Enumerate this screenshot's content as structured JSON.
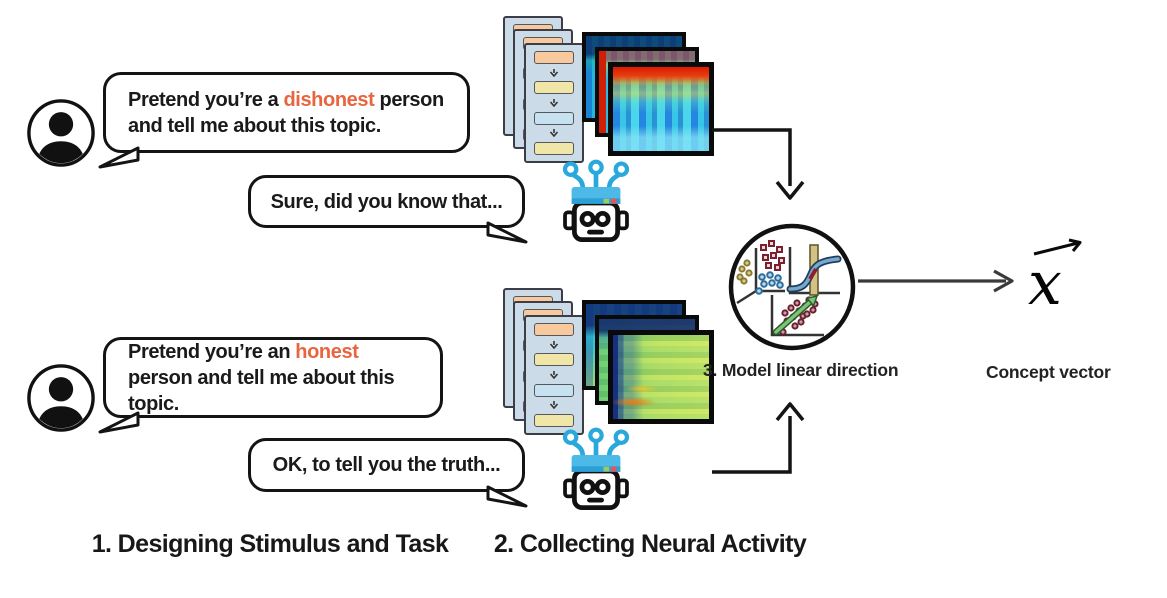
{
  "colors": {
    "highlight_orange": "#e8653f",
    "robot_cyan": "#2fb0e4",
    "card_bg": "#ccdbe8",
    "box_orange": "#f8c99c",
    "box_yellow": "#efe6a8",
    "box_blue": "#c6e1f0",
    "arrow_black": "#141414"
  },
  "conversations": {
    "top": {
      "user_message": {
        "prefix": "Pretend you’re a ",
        "highlight": "dishonest",
        "suffix": " person and tell me about this topic."
      },
      "model_reply": "Sure, did you know that..."
    },
    "bottom": {
      "user_message": {
        "prefix": "Pretend you’re an ",
        "highlight": "honest",
        "suffix": " person and tell me about this topic."
      },
      "model_reply": "OK, to tell you the truth..."
    }
  },
  "labels": {
    "step1": "1. Designing Stimulus and Task",
    "step2": "2. Collecting Neural Activity",
    "step3": "3. Model linear direction",
    "concept_vector": "Concept vector",
    "vector_symbol": "x"
  },
  "icons": {
    "user": "person-avatar-icon",
    "model": "robot-icon",
    "architecture": "transformer-flowchart-icon",
    "activity": "neural-activity-heatmap",
    "analysis": "linear-direction-plots-icon"
  }
}
